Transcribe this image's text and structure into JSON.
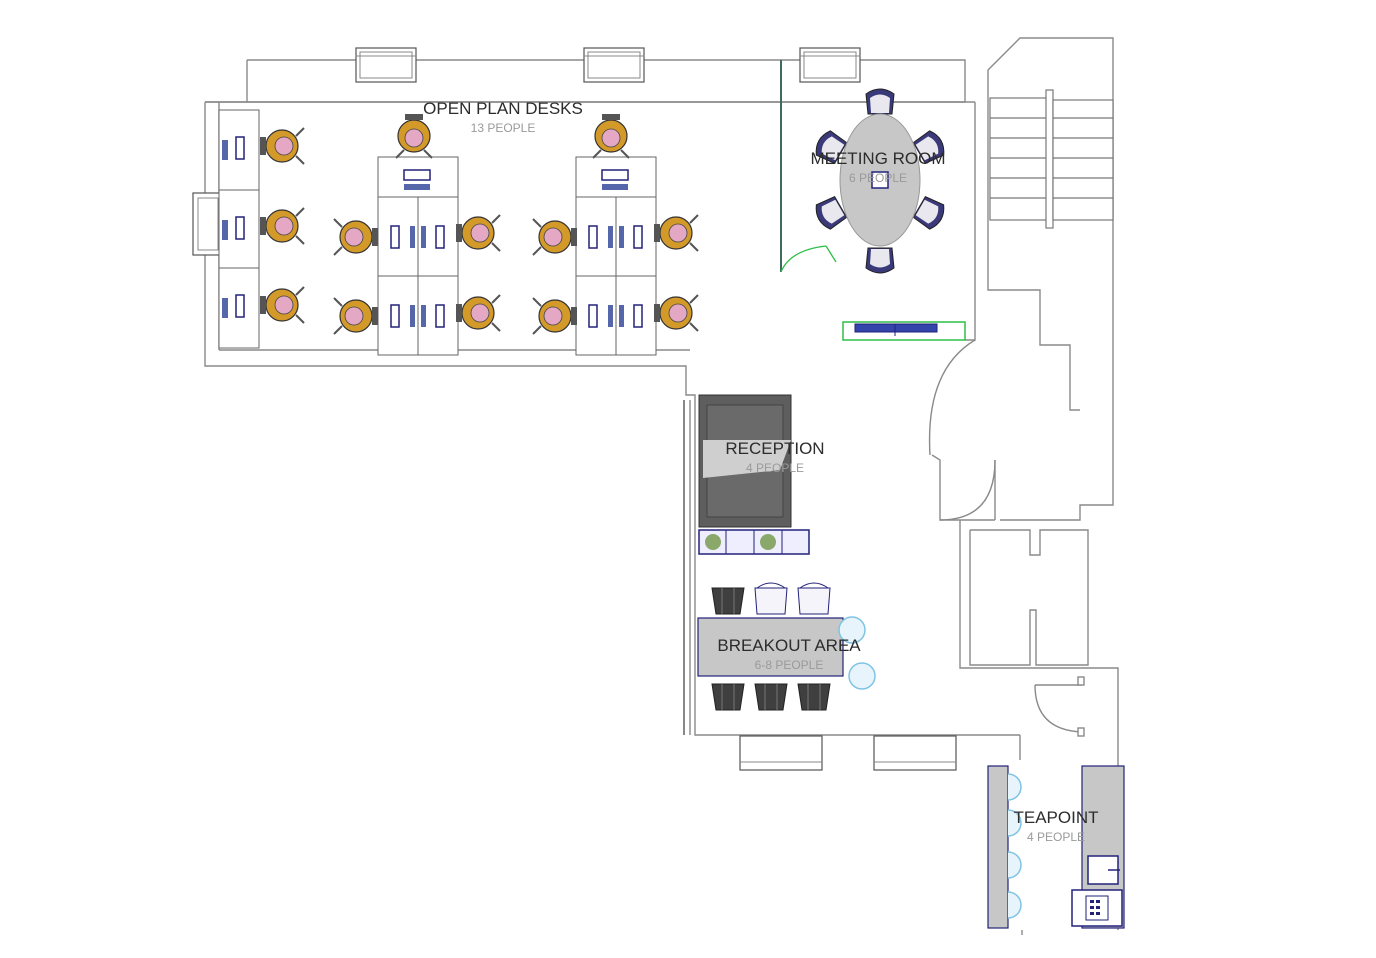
{
  "rooms": {
    "open_plan": {
      "name": "OPEN PLAN DESKS",
      "capacity": "13 PEOPLE"
    },
    "meeting": {
      "name": "MEETING ROOM",
      "capacity": "6 PEOPLE"
    },
    "reception": {
      "name": "RECEPTION",
      "capacity": "4 PEOPLE"
    },
    "breakout": {
      "name": "BREAKOUT AREA",
      "capacity": "6-8 PEOPLE"
    },
    "teapoint": {
      "name": "TEAPOINT",
      "capacity": "4 PEOPLE"
    }
  },
  "colors": {
    "wall": "#8a8a8a",
    "furniture_outline": "#22227a",
    "chair_orange": "#d39a2a",
    "chair_pink": "#e4a7c4",
    "chair_dark": "#3f3f3f",
    "table_grey": "#c7c7c7",
    "reception_dark": "#5e5e5e",
    "glass_green": "#2fbf4a",
    "stool_blue": "#7fc4e4"
  }
}
